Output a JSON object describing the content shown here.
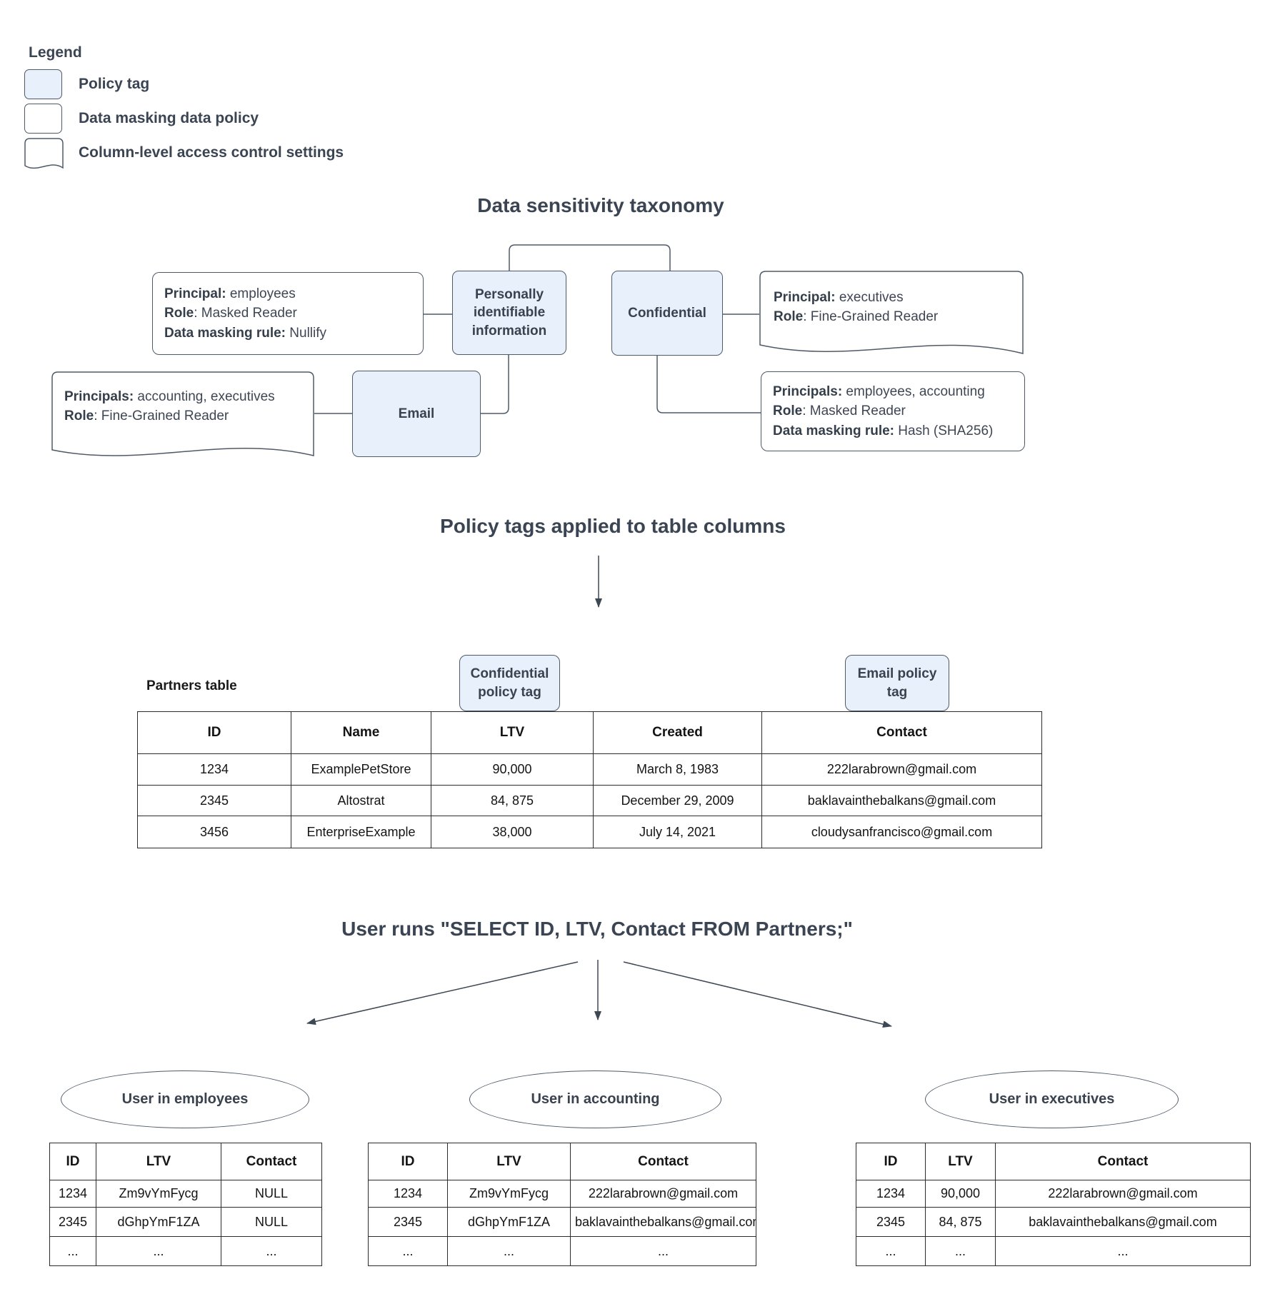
{
  "legend": {
    "title": "Legend",
    "items": [
      {
        "label": "Policy tag"
      },
      {
        "label": "Data masking data policy"
      },
      {
        "label": "Column-level access control settings"
      }
    ]
  },
  "headings": {
    "taxonomy": "Data sensitivity taxonomy",
    "policy_tags": "Policy tags applied to table columns",
    "query": "User runs \"SELECT ID, LTV, Contact FROM Partners;\""
  },
  "taxonomy": {
    "tags": {
      "pii": "Personally identifiable information",
      "confidential": "Confidential",
      "email": "Email"
    },
    "policies": {
      "pii_masking": {
        "lines": [
          {
            "b": "Principal:",
            "t": " employees"
          },
          {
            "b": "Role",
            "t": ": Masked Reader"
          },
          {
            "b": "Data masking rule:",
            "t": " Nullify"
          }
        ]
      },
      "email_access": {
        "lines": [
          {
            "b": "Principals:",
            "t": " accounting, executives"
          },
          {
            "b": "Role",
            "t": ": Fine-Grained Reader"
          }
        ]
      },
      "confidential_access": {
        "lines": [
          {
            "b": "Principal:",
            "t": " executives"
          },
          {
            "b": "Role",
            "t": ": Fine-Grained Reader"
          }
        ]
      },
      "confidential_masking": {
        "lines": [
          {
            "b": "Principals:",
            "t": " employees, accounting"
          },
          {
            "b": "Role",
            "t": ": Masked Reader"
          },
          {
            "b": "Data masking rule:",
            "t": " Hash (SHA256)"
          }
        ]
      }
    }
  },
  "partners": {
    "label": "Partners table",
    "ltv_tag": "Confidential policy tag",
    "contact_tag": "Email policy tag",
    "headers": [
      "ID",
      "Name",
      "LTV",
      "Created",
      "Contact"
    ],
    "rows": [
      [
        "1234",
        "ExamplePetStore",
        "90,000",
        "March 8, 1983",
        "222larabrown@gmail.com"
      ],
      [
        "2345",
        "Altostrat",
        "84, 875",
        "December 29, 2009",
        "baklavainthebalkans@gmail.com"
      ],
      [
        "3456",
        "EnterpriseExample",
        "38,000",
        "July 14, 2021",
        "cloudysanfrancisco@gmail.com"
      ]
    ]
  },
  "results": [
    {
      "group": "User in employees",
      "headers": [
        "ID",
        "LTV",
        "Contact"
      ],
      "rows": [
        [
          "1234",
          "Zm9vYmFycg",
          "NULL"
        ],
        [
          "2345",
          "dGhpYmF1ZA",
          "NULL"
        ],
        [
          "...",
          "...",
          "..."
        ]
      ]
    },
    {
      "group": "User in accounting",
      "headers": [
        "ID",
        "LTV",
        "Contact"
      ],
      "rows": [
        [
          "1234",
          "Zm9vYmFycg",
          "222larabrown@gmail.com"
        ],
        [
          "2345",
          "dGhpYmF1ZA",
          "baklavainthebalkans@gmail.com"
        ],
        [
          "...",
          "...",
          "..."
        ]
      ]
    },
    {
      "group": "User in executives",
      "headers": [
        "ID",
        "LTV",
        "Contact"
      ],
      "rows": [
        [
          "1234",
          "90,000",
          "222larabrown@gmail.com"
        ],
        [
          "2345",
          "84, 875",
          "baklavainthebalkans@gmail.com"
        ],
        [
          "...",
          "...",
          "..."
        ]
      ]
    }
  ],
  "colors": {
    "policy_tag_fill": "#E8F0FC",
    "shape_border": "#4F5A68",
    "heading_text": "#3A4452",
    "table_border": "#2B2B2B"
  }
}
